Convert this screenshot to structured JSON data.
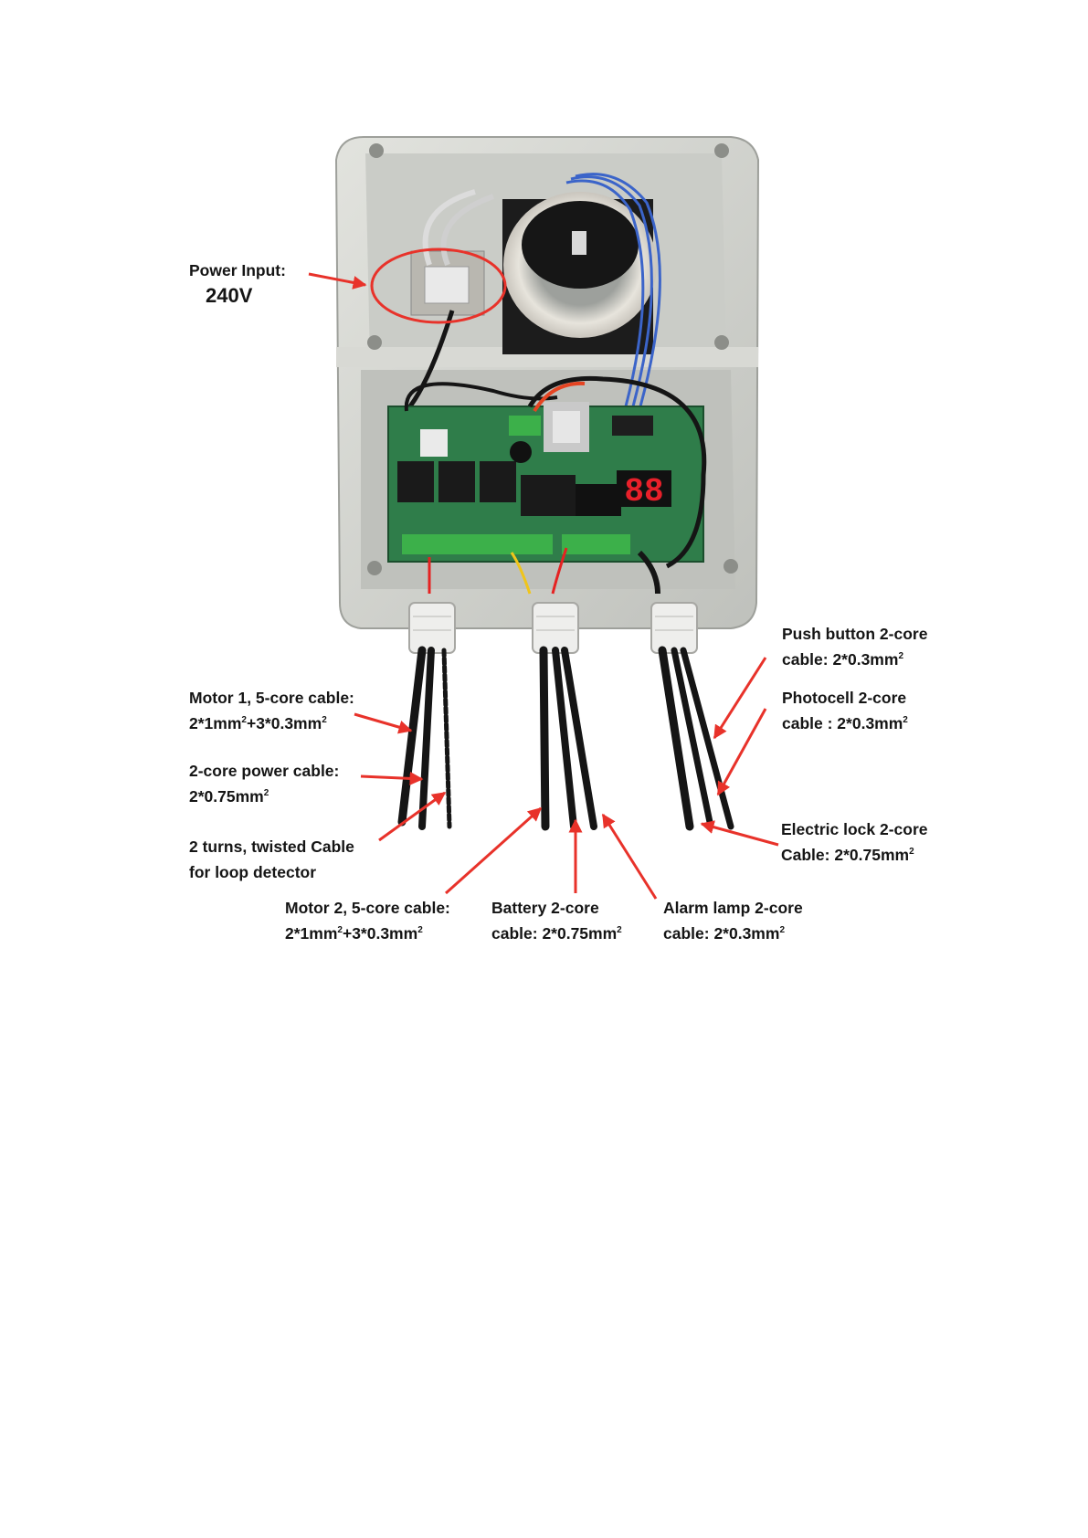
{
  "power_input": {
    "line1": "Power Input:",
    "line2": "240V"
  },
  "motor1": {
    "line1": "Motor 1, 5-core cable:",
    "line2_a": "2*1mm",
    "line2_b": "+3*0.3mm",
    "sup": "2"
  },
  "power_cable": {
    "line1": "2-core power cable:",
    "line2": "2*0.75mm",
    "sup": "2"
  },
  "loop_cable": {
    "line1": "2 turns, twisted Cable",
    "line2": "for loop detector"
  },
  "motor2": {
    "line1": "Motor 2, 5-core cable:",
    "line2_a": "2*1mm",
    "line2_b": "+3*0.3mm",
    "sup": "2"
  },
  "battery": {
    "line1": "Battery 2-core",
    "line2": "cable: 2*0.75mm",
    "sup": "2"
  },
  "alarm_lamp": {
    "line1": "Alarm lamp 2-core",
    "line2": "cable: 2*0.3mm",
    "sup": "2"
  },
  "push_button": {
    "line1": "Push button 2-core",
    "line2": "cable: 2*0.3mm",
    "sup": "2"
  },
  "photocell": {
    "line1": "Photocell  2-core",
    "line2": "cable : 2*0.3mm",
    "sup": "2"
  },
  "electric_lock": {
    "line1": "Electric lock 2-core",
    "line2": "Cable: 2*0.75mm",
    "sup": "2"
  },
  "display": {
    "digits": "88"
  },
  "colors": {
    "arrow": "#e8322a",
    "enclosure": "#d6d7d2",
    "enclosure_inner": "#c2c4bf",
    "pcb": "#2f7d4a",
    "terminal": "#3cb04a",
    "cable": "#151515",
    "display": "#e8202a"
  }
}
